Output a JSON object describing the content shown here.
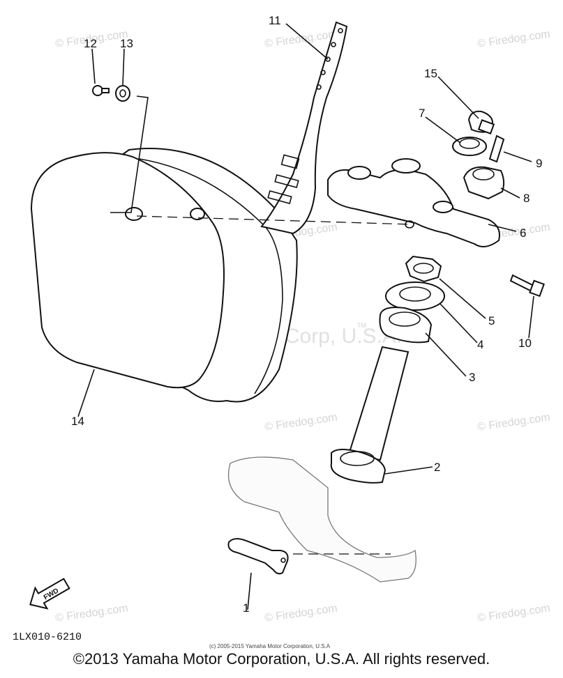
{
  "diagram": {
    "part_numbers": [
      "1",
      "2",
      "3",
      "4",
      "5",
      "6",
      "7",
      "8",
      "9",
      "10",
      "11",
      "12",
      "13",
      "14",
      "15"
    ],
    "diagram_code": "1LX010-6210",
    "fwd_label": "FWD",
    "watermark_center": "Yamaha Motor Corp, U.S.A.",
    "watermark_tm": "TM",
    "watermark_site": "© Firedog.com",
    "small_copyright": "(c) 2005-2015 Yamaha Motor Corporation, U.S.A",
    "footer_copyright": "©2013 Yamaha Motor Corporation, U.S.A. All rights reserved."
  }
}
